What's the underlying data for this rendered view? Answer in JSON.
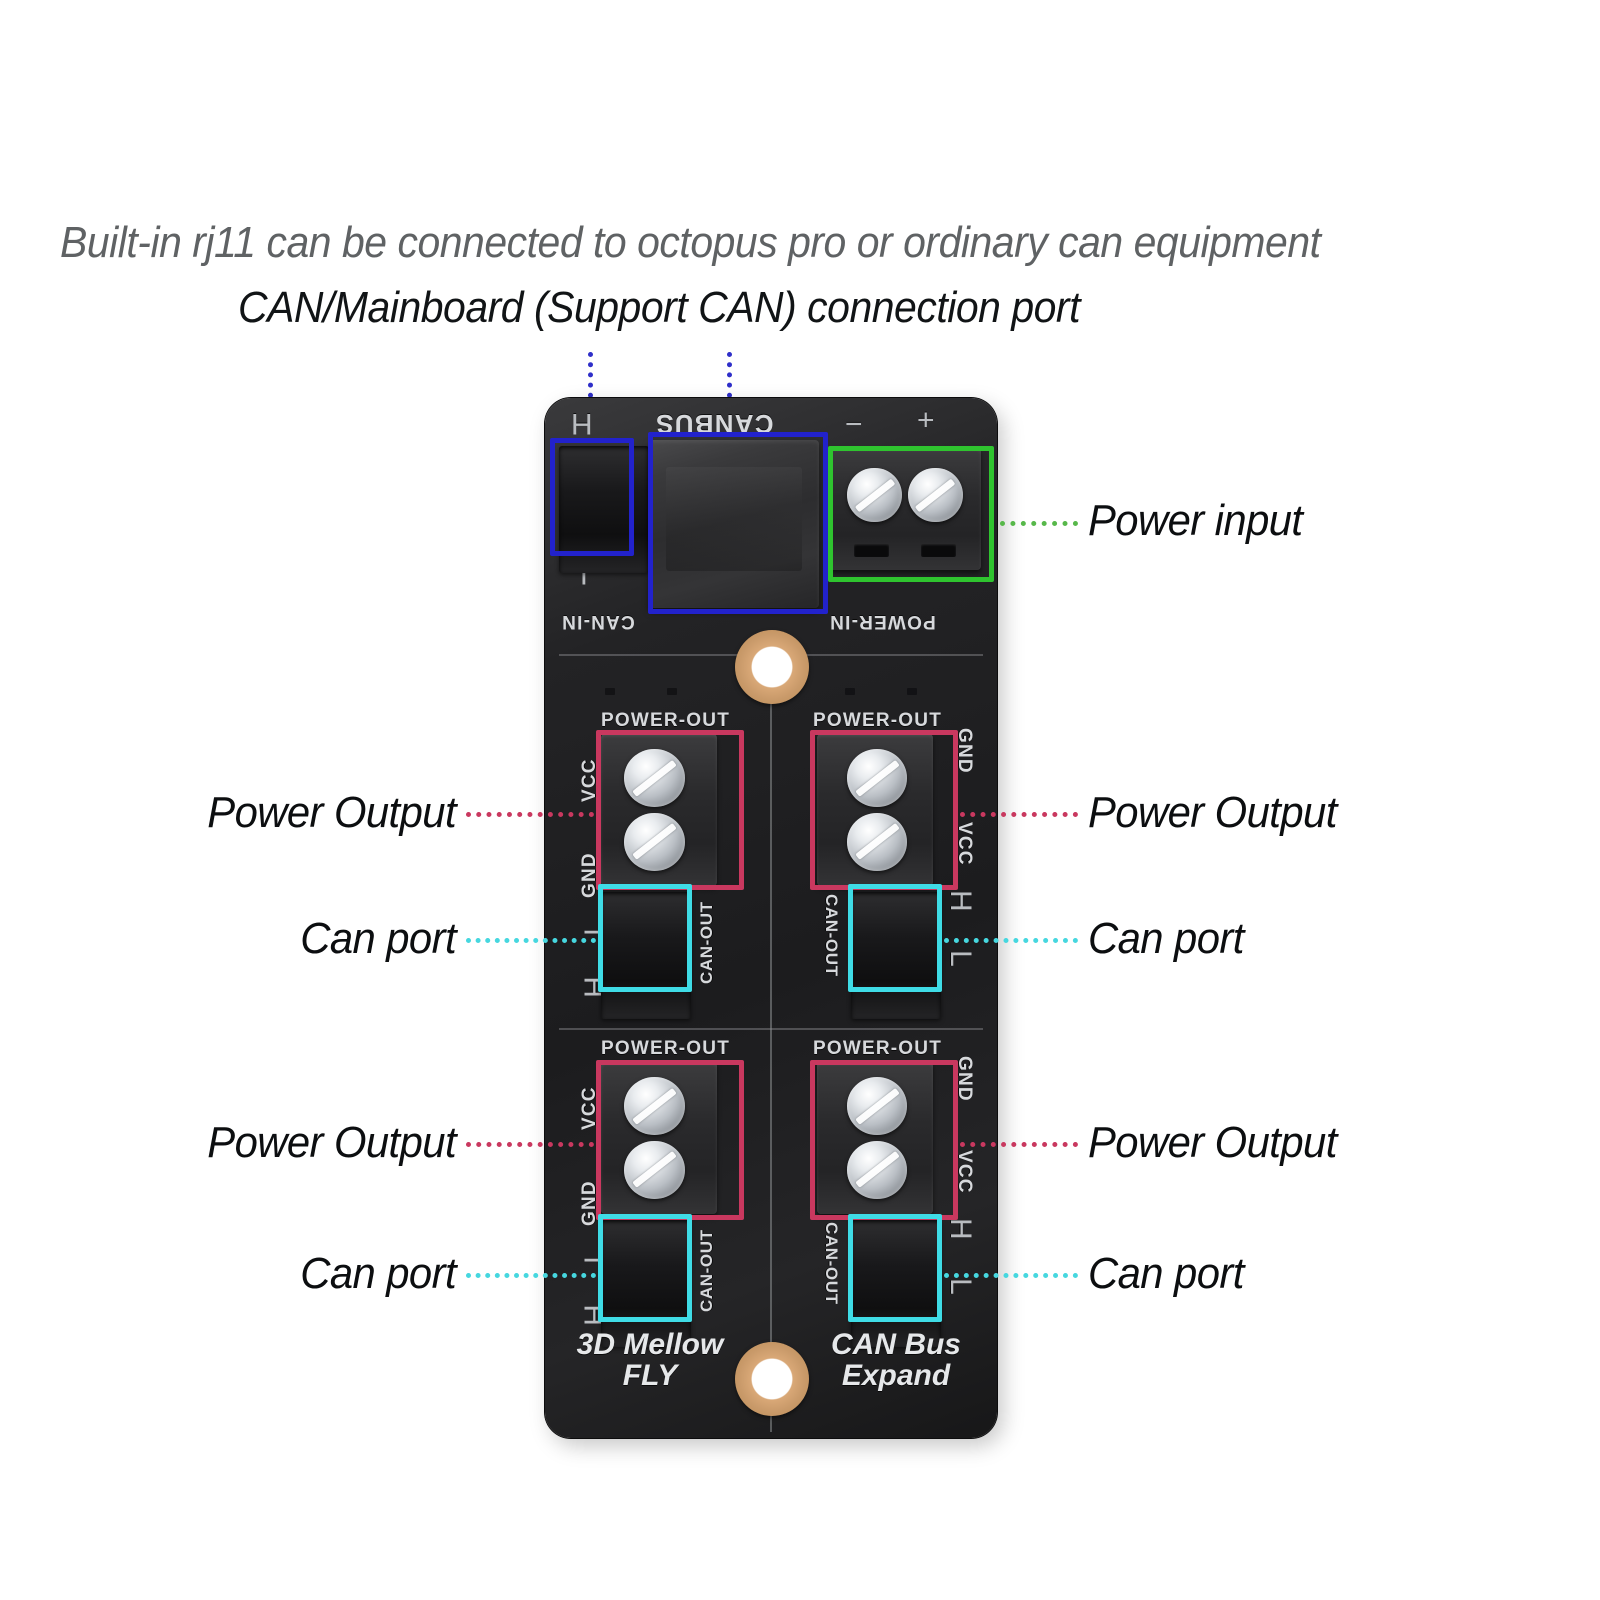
{
  "headline": {
    "line1": "Built-in rj11 can be connected to octopus pro or ordinary can equipment",
    "line2": "CAN/Mainboard (Support CAN) connection port"
  },
  "callouts": [
    {
      "id": "power-input",
      "label": "Power input",
      "color": "#57b84a",
      "side": "right"
    },
    {
      "id": "power-output-tl",
      "label": "Power Output",
      "color": "#c9385f",
      "side": "left"
    },
    {
      "id": "power-output-tr",
      "label": "Power Output",
      "color": "#c9385f",
      "side": "right"
    },
    {
      "id": "can-port-tl",
      "label": "Can port",
      "color": "#46d7df",
      "side": "left"
    },
    {
      "id": "can-port-tr",
      "label": "Can port",
      "color": "#46d7df",
      "side": "right"
    },
    {
      "id": "power-output-bl",
      "label": "Power Output",
      "color": "#c9385f",
      "side": "left"
    },
    {
      "id": "power-output-br",
      "label": "Power Output",
      "color": "#c9385f",
      "side": "right"
    },
    {
      "id": "can-port-bl",
      "label": "Can port",
      "color": "#46d7df",
      "side": "left"
    },
    {
      "id": "can-port-br",
      "label": "Can port",
      "color": "#46d7df",
      "side": "right"
    }
  ],
  "board": {
    "brand_left_line1": "3D Mellow",
    "brand_left_line2": "FLY",
    "brand_right_line1": "CAN Bus",
    "brand_right_line2": "Expand",
    "silkscreen": {
      "canbus": "CANBUS",
      "can_in": "CAN-IN",
      "power_in": "POWER-IN",
      "power_out": "POWER-OUT",
      "can_out": "CAN-OUT",
      "vcc": "VCC",
      "gnd": "GND",
      "can_h": "H",
      "can_l": "L",
      "plus": "+",
      "minus": "−"
    }
  },
  "highlight_colors": {
    "power_output": "#c9385f",
    "can_port": "#3fdce6",
    "power_input": "#2fc42f",
    "can_in_and_rj11": "#2222cc"
  }
}
